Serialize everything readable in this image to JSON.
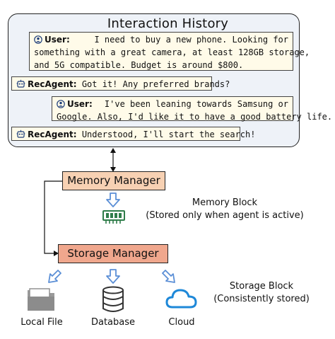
{
  "history": {
    "title": "Interaction History",
    "messages": [
      {
        "speaker": "User:",
        "lines": [
          "I need to buy a new phone. Looking for",
          "something with a great camera, at least 128GB storage,",
          "and 5G compatible. Budget is around $800."
        ]
      },
      {
        "speaker": "RecAgent:",
        "lines": [
          "Got it! Any preferred brands?"
        ]
      },
      {
        "speaker": "User:",
        "lines": [
          "I've been leaning towards Samsung or",
          "Google. Also, I'd like it to have a good battery life."
        ]
      },
      {
        "speaker": "RecAgent:",
        "lines": [
          "Understood, I'll start the search!"
        ]
      }
    ]
  },
  "memory_manager": {
    "label": "Memory Manager",
    "block_title": "Memory Block",
    "block_note": "(Stored only when agent is active)",
    "icon": "memory-chip-icon"
  },
  "storage_manager": {
    "label": "Storage Manager",
    "block_title": "Storage Block",
    "block_note": "(Consistently stored)",
    "targets": [
      {
        "label": "Local File",
        "icon": "folder-icon"
      },
      {
        "label": "Database",
        "icon": "database-icon"
      },
      {
        "label": "Cloud",
        "icon": "cloud-icon"
      }
    ]
  },
  "colors": {
    "panel_bg": "#eef2f8",
    "message_bg": "#fffbe9",
    "memory_manager_bg": "#f7d1b3",
    "storage_manager_bg": "#f0a78d",
    "arrow_blue": "#5b8fd6",
    "chip_green": "#2f7d4a",
    "cloud_blue": "#1e88d8"
  }
}
